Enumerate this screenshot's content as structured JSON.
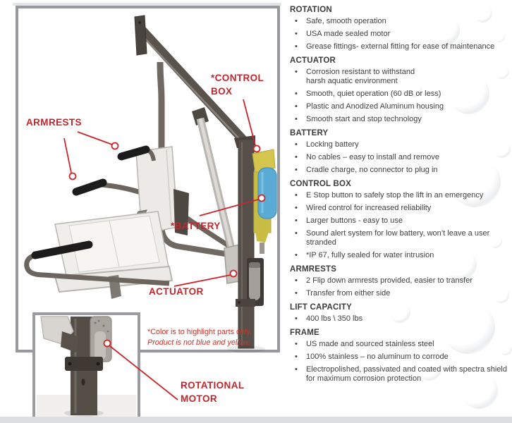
{
  "diagram": {
    "labels": {
      "armrests": "ARMRESTS",
      "control_box": {
        "line1": "*CONTROL",
        "line2": "BOX"
      },
      "battery": "*BATTERY",
      "actuator": "ACTUATOR",
      "rotational_motor": {
        "line1": "ROTATIONAL",
        "line2": "MOTOR"
      },
      "color_note": {
        "line1": "*Color is to highlight parts only.",
        "line2": "Product is not blue and yellow."
      }
    },
    "colors": {
      "label_red": "#c0262c",
      "leader_red": "#c9262b",
      "note_red": "#cc3127",
      "battery_blue": "#5aabd5",
      "cradle_yellow": "#cfc14b",
      "frame_border_gray": "#97999d",
      "metal_dark": "#57504a"
    }
  },
  "specs": {
    "sections": [
      {
        "heading": "ROTATION",
        "bullets": [
          "Safe, smooth operation",
          "USA made sealed motor",
          "Grease fittings- external fitting for ease of maintenance"
        ]
      },
      {
        "heading": "ACTUATOR",
        "bullets": [
          "Corrosion resistant to withstand\nharsh aquatic environment",
          "Smooth, quiet operation (60 dB or less)",
          "Plastic and Anodized Aluminum housing",
          "Smooth start and stop technology"
        ]
      },
      {
        "heading": "BATTERY",
        "bullets": [
          "Locking battery",
          "No cables – easy to install and remove",
          "Cradle charge, no connector to plug in"
        ]
      },
      {
        "heading": "CONTROL BOX",
        "bullets": [
          "E Stop button to safely stop the lift in an emergency",
          "Wired control for increased reliability",
          "Larger buttons - easy to use",
          "Sound alert system for low battery, won’t leave a user\nstranded",
          "*IP 67, fully sealed for water intrusion"
        ]
      },
      {
        "heading": "ARMRESTS",
        "bullets": [
          "2 Flip down armrests provided, easier to transfer",
          "Transfer from either side"
        ]
      },
      {
        "heading": "LIFT CAPACITY",
        "bullets": [
          "400 lbs \\ 350 lbs"
        ]
      },
      {
        "heading": "FRAME",
        "bullets": [
          "US made and sourced stainless steel",
          "100% stainless –  no aluminum to corrode",
          "Electropolished, passivated and coated with spectra shield\nfor maximum corrosion protection"
        ]
      }
    ]
  }
}
